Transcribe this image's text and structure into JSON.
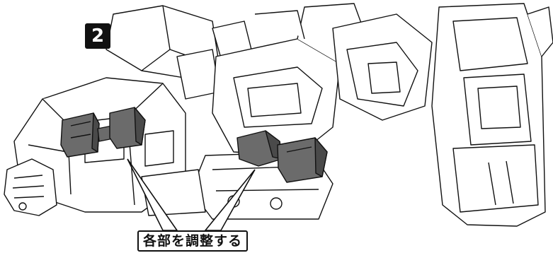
{
  "step": {
    "number": "2"
  },
  "callout": {
    "label": "各部を調整する"
  },
  "colors": {
    "line": "#111111",
    "highlight_part": "#6b6b6b",
    "highlight_dark": "#4a4a4a",
    "paper": "#ffffff"
  },
  "icons": [
    "step-number-badge",
    "robot-arm-illustration",
    "adjustable-joint-part"
  ]
}
